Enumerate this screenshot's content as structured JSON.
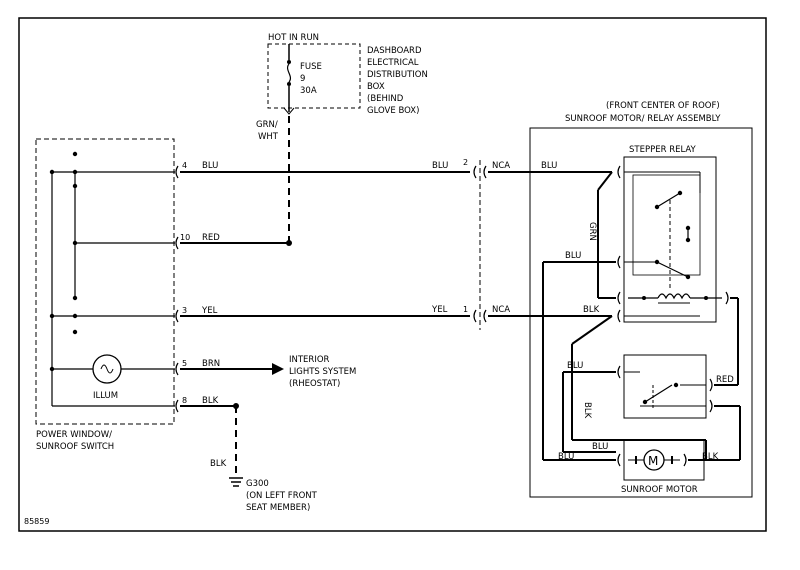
{
  "labels": {
    "hot_in_run": "HOT IN RUN",
    "dash_box": [
      "DASHBOARD",
      "ELECTRICAL",
      "DISTRIBUTION",
      "BOX",
      "(BEHIND",
      "GLOVE BOX)"
    ],
    "fuse": [
      "FUSE",
      "9",
      "30A"
    ],
    "grn_wht": [
      "GRN/",
      "WHT"
    ],
    "assembly_title": [
      "(FRONT CENTER OF ROOF)",
      "SUNROOF MOTOR/ RELAY ASSEMBLY"
    ],
    "stepper_relay": "STEPPER RELAY",
    "switch_name": [
      "POWER WINDOW/",
      "SUNROOF SWITCH"
    ],
    "illum": "ILLUM",
    "interior_lights": [
      "INTERIOR",
      "LIGHTS SYSTEM",
      "(RHEOSTAT)"
    ],
    "ground": [
      "G300",
      "(ON LEFT FRONT",
      "SEAT MEMBER)"
    ],
    "sunroof_motor": "SUNROOF MOTOR",
    "motor_symbol": "M",
    "figure_number": "85859",
    "nca": "NCA"
  },
  "switch_pins": [
    {
      "pin": "4",
      "color": "BLU"
    },
    {
      "pin": "10",
      "color": "RED"
    },
    {
      "pin": "3",
      "color": "YEL"
    },
    {
      "pin": "5",
      "color": "BRN"
    },
    {
      "pin": "8",
      "color": "BLK"
    }
  ],
  "connector_pins": [
    {
      "pin": "2",
      "color": "BLU"
    },
    {
      "pin": "1",
      "color": "YEL"
    }
  ],
  "assembly_wires": {
    "blu_top": "BLU",
    "grn": "GRN",
    "blu_mid": "BLU",
    "blk_mid": "BLK",
    "blu_low": "BLU",
    "red": "RED",
    "blk_vert": "BLK",
    "blu_motor_a": "BLU",
    "blu_motor_b": "BLU",
    "blk_motor": "BLK"
  },
  "ground_wire": "BLK"
}
